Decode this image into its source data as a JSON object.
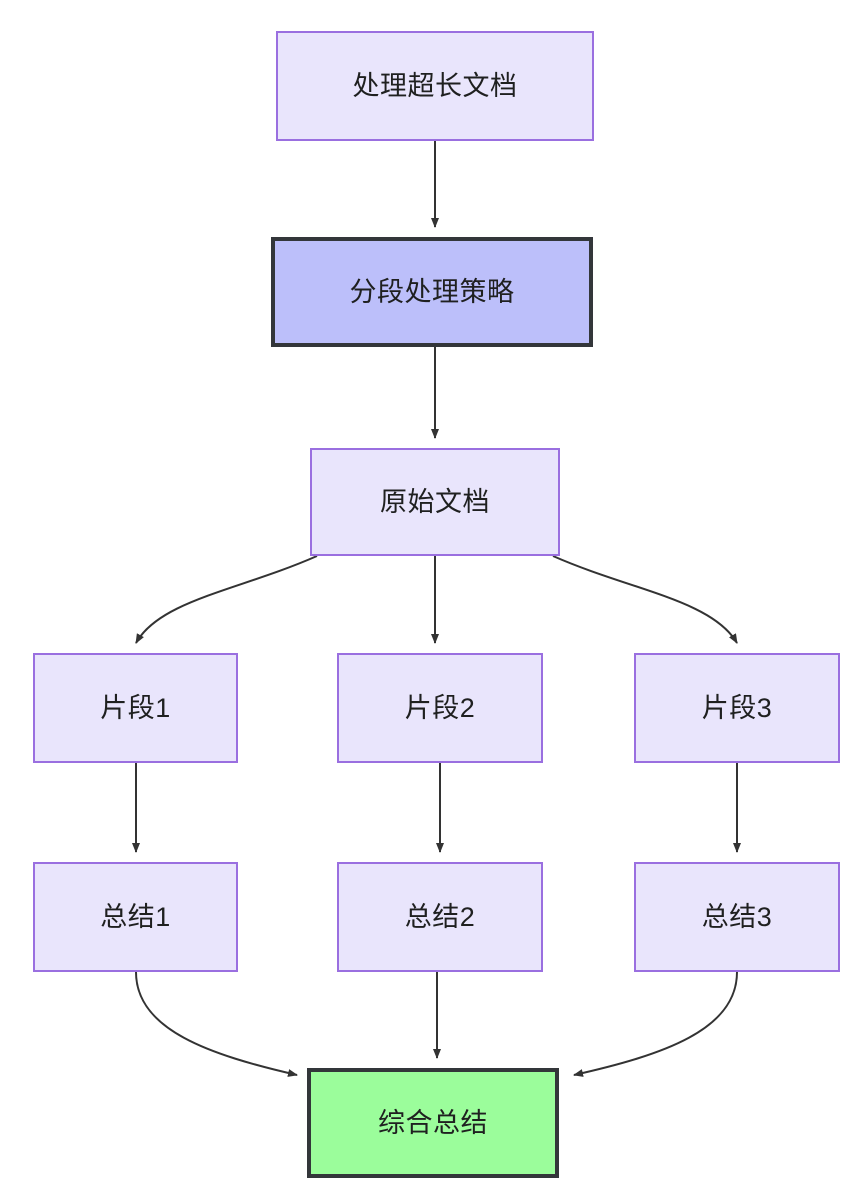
{
  "diagram": {
    "type": "flowchart",
    "direction": "top-down",
    "background_color": "#ffffff",
    "styles": {
      "plain_fill": "#e9e5fc",
      "plain_border": "#9a6fe0",
      "strong_fill": "#bcbffa",
      "strong_border": "#33363a",
      "result_fill": "#9bfd9b",
      "result_border": "#33363a",
      "edge_color": "#333333",
      "text_color": "#1f2020"
    },
    "nodes": [
      {
        "id": "root",
        "label": "处理超长文档",
        "style": "plain"
      },
      {
        "id": "strategy",
        "label": "分段处理策略",
        "style": "strong"
      },
      {
        "id": "source",
        "label": "原始文档",
        "style": "plain"
      },
      {
        "id": "frag1",
        "label": "片段1",
        "style": "plain"
      },
      {
        "id": "frag2",
        "label": "片段2",
        "style": "plain"
      },
      {
        "id": "frag3",
        "label": "片段3",
        "style": "plain"
      },
      {
        "id": "sum1",
        "label": "总结1",
        "style": "plain"
      },
      {
        "id": "sum2",
        "label": "总结2",
        "style": "plain"
      },
      {
        "id": "sum3",
        "label": "总结3",
        "style": "plain"
      },
      {
        "id": "final",
        "label": "综合总结",
        "style": "result"
      }
    ],
    "edges": [
      {
        "from": "root",
        "to": "strategy",
        "shape": "straight"
      },
      {
        "from": "strategy",
        "to": "source",
        "shape": "straight"
      },
      {
        "from": "source",
        "to": "frag1",
        "shape": "curved"
      },
      {
        "from": "source",
        "to": "frag2",
        "shape": "straight"
      },
      {
        "from": "source",
        "to": "frag3",
        "shape": "curved"
      },
      {
        "from": "frag1",
        "to": "sum1",
        "shape": "straight"
      },
      {
        "from": "frag2",
        "to": "sum2",
        "shape": "straight"
      },
      {
        "from": "frag3",
        "to": "sum3",
        "shape": "straight"
      },
      {
        "from": "sum1",
        "to": "final",
        "shape": "curved"
      },
      {
        "from": "sum2",
        "to": "final",
        "shape": "straight"
      },
      {
        "from": "sum3",
        "to": "final",
        "shape": "curved"
      }
    ]
  }
}
